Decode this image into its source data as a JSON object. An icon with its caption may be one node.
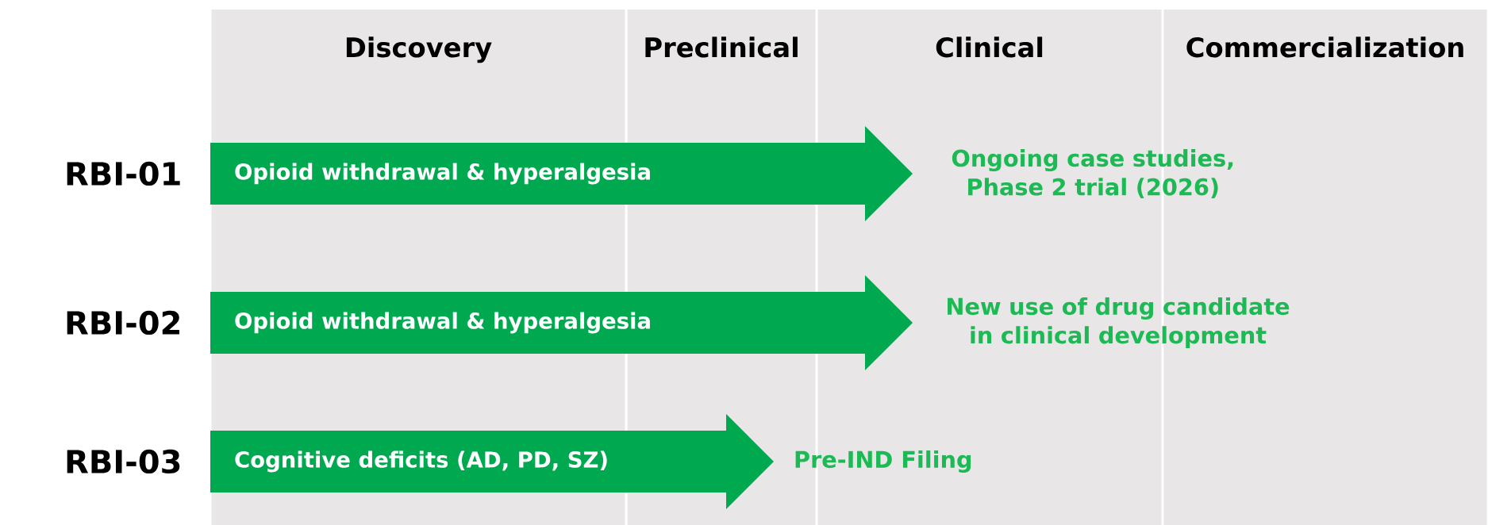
{
  "diagram": {
    "nodes": [
      {
        "text": [
          "Discovery"
        ]
      },
      {
        "text": [
          "Preclinical"
        ]
      },
      {
        "text": [
          "Clinical"
        ]
      },
      {
        "text": [
          "Commercialization"
        ]
      },
      {
        "text": [
          "Opioid withdrawal & hyperalgesia"
        ]
      },
      {
        "text": [
          "Opioid withdrawal & hyperalgesia"
        ]
      },
      {
        "text": [
          "Cognitive deficits (AD, PD, SZ)"
        ]
      }
    ],
    "edges": [],
    "labels": [
      "RBI-01",
      "Ongoing case studies, Phase 2 trial (2026)",
      "RBI-02",
      "New use of drug candidate in clinical development",
      "RBI-03",
      "Pre-IND Filing"
    ]
  }
}
